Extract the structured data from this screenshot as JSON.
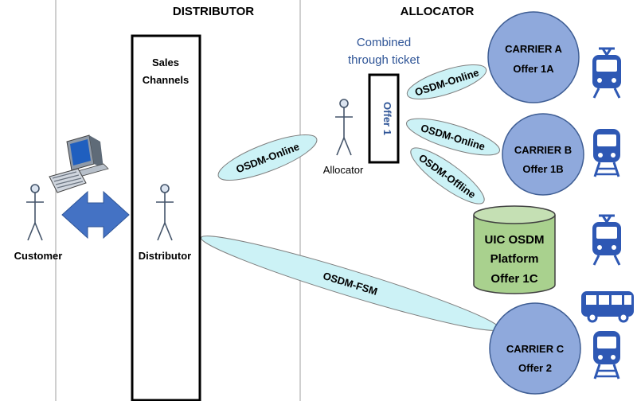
{
  "headers": {
    "distributor": "DISTRIBUTOR",
    "allocator": "ALLOCATOR"
  },
  "sales_channels": {
    "line1": "Sales",
    "line2": "Channels"
  },
  "actors": {
    "customer": "Customer",
    "distributor": "Distributor",
    "allocator": "Allocator"
  },
  "offer_box": {
    "label": "Offer 1",
    "caption_line1": "Combined",
    "caption_line2": "through ticket"
  },
  "connections": {
    "distributor_allocator": "OSDM-Online",
    "distributor_carrier_c": "OSDM-FSM",
    "allocator_carrier_a": "OSDM-Online",
    "allocator_carrier_b": "OSDM-Online",
    "allocator_platform": "OSDM-Offline"
  },
  "carriers": {
    "a": {
      "name": "CARRIER A",
      "offer": "Offer 1A"
    },
    "b": {
      "name": "CARRIER B",
      "offer": "Offer 1B"
    },
    "c": {
      "name": "CARRIER C",
      "offer": "Offer 2"
    }
  },
  "platform": {
    "line1": "UIC OSDM",
    "line2": "Platform",
    "line3": "Offer 1C"
  },
  "colors": {
    "ellipse_fill": "#ccf2f6",
    "carrier_fill": "#8fa9dc",
    "platform_fill": "#a9d18e",
    "transport_icon": "#2e58b4",
    "arrow": "#4472c4",
    "caption_text": "#2f5597",
    "offer_text": "#2f5597"
  },
  "icons": [
    "computer-icon",
    "tram-icon",
    "train-icon",
    "bus-icon",
    "double-arrow-icon"
  ]
}
